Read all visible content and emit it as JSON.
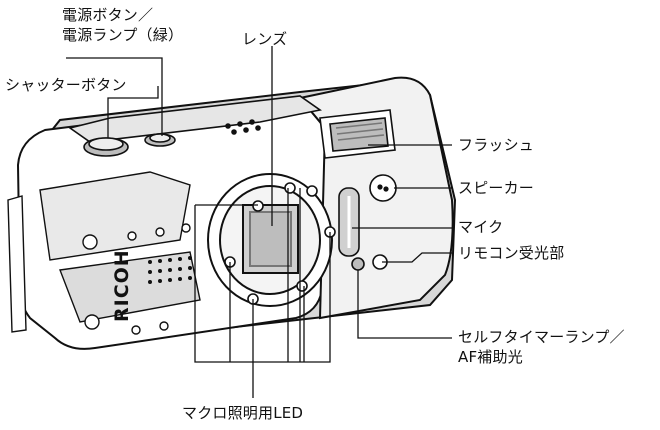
{
  "labels": {
    "power_button": "電源ボタン／",
    "power_lamp": "電源ランプ（緑）",
    "lens": "レンズ",
    "shutter_button": "シャッターボタン",
    "flash": "フラッシュ",
    "speaker": "スピーカー",
    "microphone": "マイク",
    "remote_receiver": "リモコン受光部",
    "self_timer_lamp": "セルフタイマーランプ／",
    "af_assist_light": "AF補助光",
    "macro_led": "マクロ照明用LED"
  },
  "brand": "RICOH",
  "colors": {
    "line": "#111111",
    "body_shadow": "#9a9a9a",
    "lens_glass": "#cfcfcf"
  }
}
